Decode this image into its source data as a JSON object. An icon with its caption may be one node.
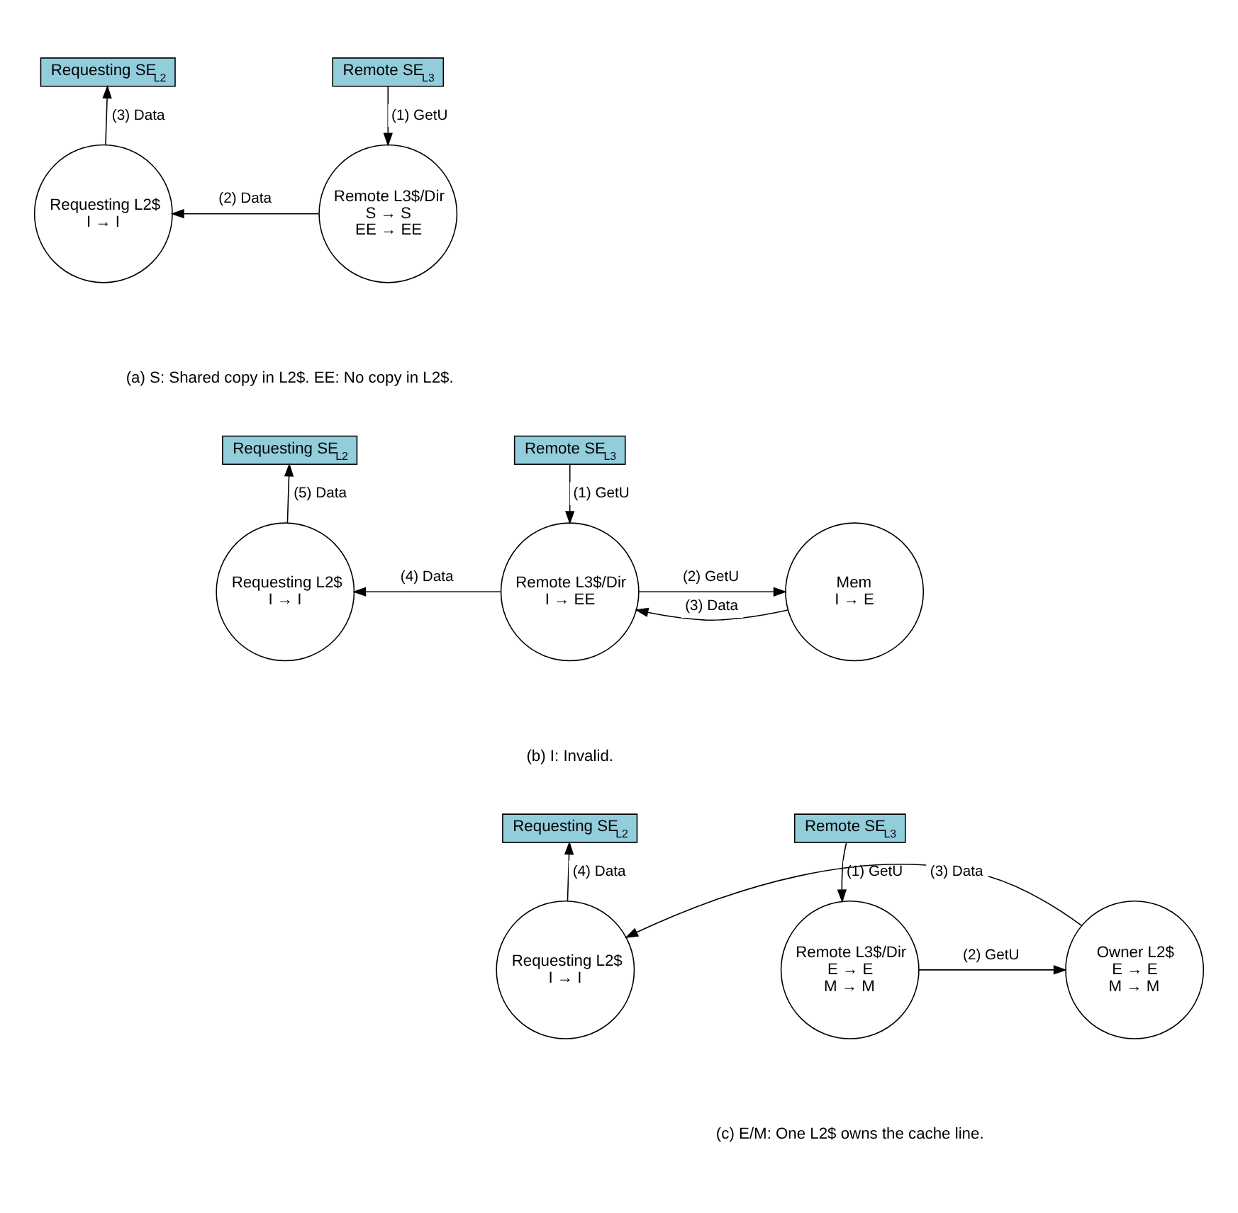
{
  "diagram": {
    "nodes": [
      {
        "text": [
          "Requesting SE$_{L2}$"
        ]
      },
      {
        "text": [
          "Remote SE$_{L3}$"
        ]
      },
      {
        "text": [
          "Requesting L2$",
          "I → I"
        ]
      },
      {
        "text": [
          "Remote L3$/Dir",
          "S → S",
          "EE → EE"
        ]
      },
      {
        "text": [
          "Requesting SE$_{L2}$"
        ]
      },
      {
        "text": [
          "Remote SE$_{L3}$"
        ]
      },
      {
        "text": [
          "Requesting L2$",
          "I → I"
        ]
      },
      {
        "text": [
          "Remote L3$/Dir",
          "I → EE"
        ]
      },
      {
        "text": [
          "Mem",
          "I → E"
        ]
      },
      {
        "text": [
          "Requesting SE$_{L2}$"
        ]
      },
      {
        "text": [
          "Remote SE$_{L3}$"
        ]
      },
      {
        "text": [
          "Requesting L2$",
          "I → I"
        ]
      },
      {
        "text": [
          "Remote L3$/Dir",
          "E → E",
          "M → M"
        ]
      },
      {
        "text": [
          "Owner L2$",
          "E → E",
          "M → M"
        ]
      }
    ],
    "edges": [
      {
        "from": 1,
        "to": 3,
        "arrow": "to",
        "label": "(1) GetU"
      },
      {
        "from": 3,
        "to": 2,
        "arrow": "to",
        "label": "(2) Data"
      },
      {
        "from": 2,
        "to": 0,
        "arrow": "to",
        "label": "(3) Data"
      },
      {
        "from": 5,
        "to": 7,
        "arrow": "to",
        "label": "(1) GetU"
      },
      {
        "from": 7,
        "to": 8,
        "arrow": "to",
        "label": "(2) GetU"
      },
      {
        "from": 8,
        "to": 7,
        "arrow": "to",
        "label": "(3) Data"
      },
      {
        "from": 7,
        "to": 6,
        "arrow": "to",
        "label": "(4) Data"
      },
      {
        "from": 6,
        "to": 4,
        "arrow": "to",
        "label": "(5) Data"
      },
      {
        "from": 10,
        "to": 12,
        "arrow": "to",
        "label": "(1) GetU"
      },
      {
        "from": 12,
        "to": 13,
        "arrow": "to",
        "label": "(2) GetU"
      },
      {
        "from": 13,
        "to": 11,
        "arrow": "to",
        "label": "(3) Data"
      },
      {
        "from": 11,
        "to": 9,
        "arrow": "to",
        "label": "(4) Data"
      }
    ],
    "labels": [
      "(a) S: Shared copy in L2$. EE: No copy in L2$.",
      "(b) I: Invalid.",
      "(c) E/M: One L2$ owns the cache line."
    ]
  }
}
